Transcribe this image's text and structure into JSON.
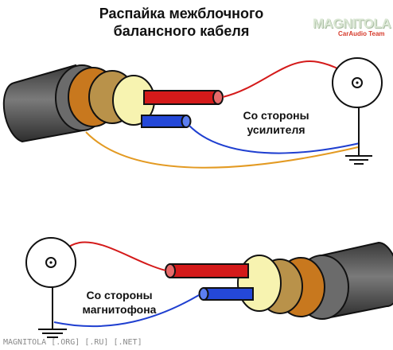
{
  "title": {
    "line1": "Распайка межблочного",
    "line2": "балансного кабеля"
  },
  "labels": {
    "amplifier_line1": "Со стороны",
    "amplifier_line2": "усилителя",
    "headunit_line1": "Со стороны",
    "headunit_line2": "магнитофона"
  },
  "logo": {
    "main": "MAGNITOLA",
    "sub": "CarAudio Team"
  },
  "footer": "MAGNITOLA [.ORG] [.RU] [.NET]",
  "colors": {
    "signal_hot": "#d41a1a",
    "signal_cold": "#1f3fd0",
    "shield": "#e39a22",
    "jacket": "#4a4a4a",
    "dielectric": "#f7f3b0"
  }
}
